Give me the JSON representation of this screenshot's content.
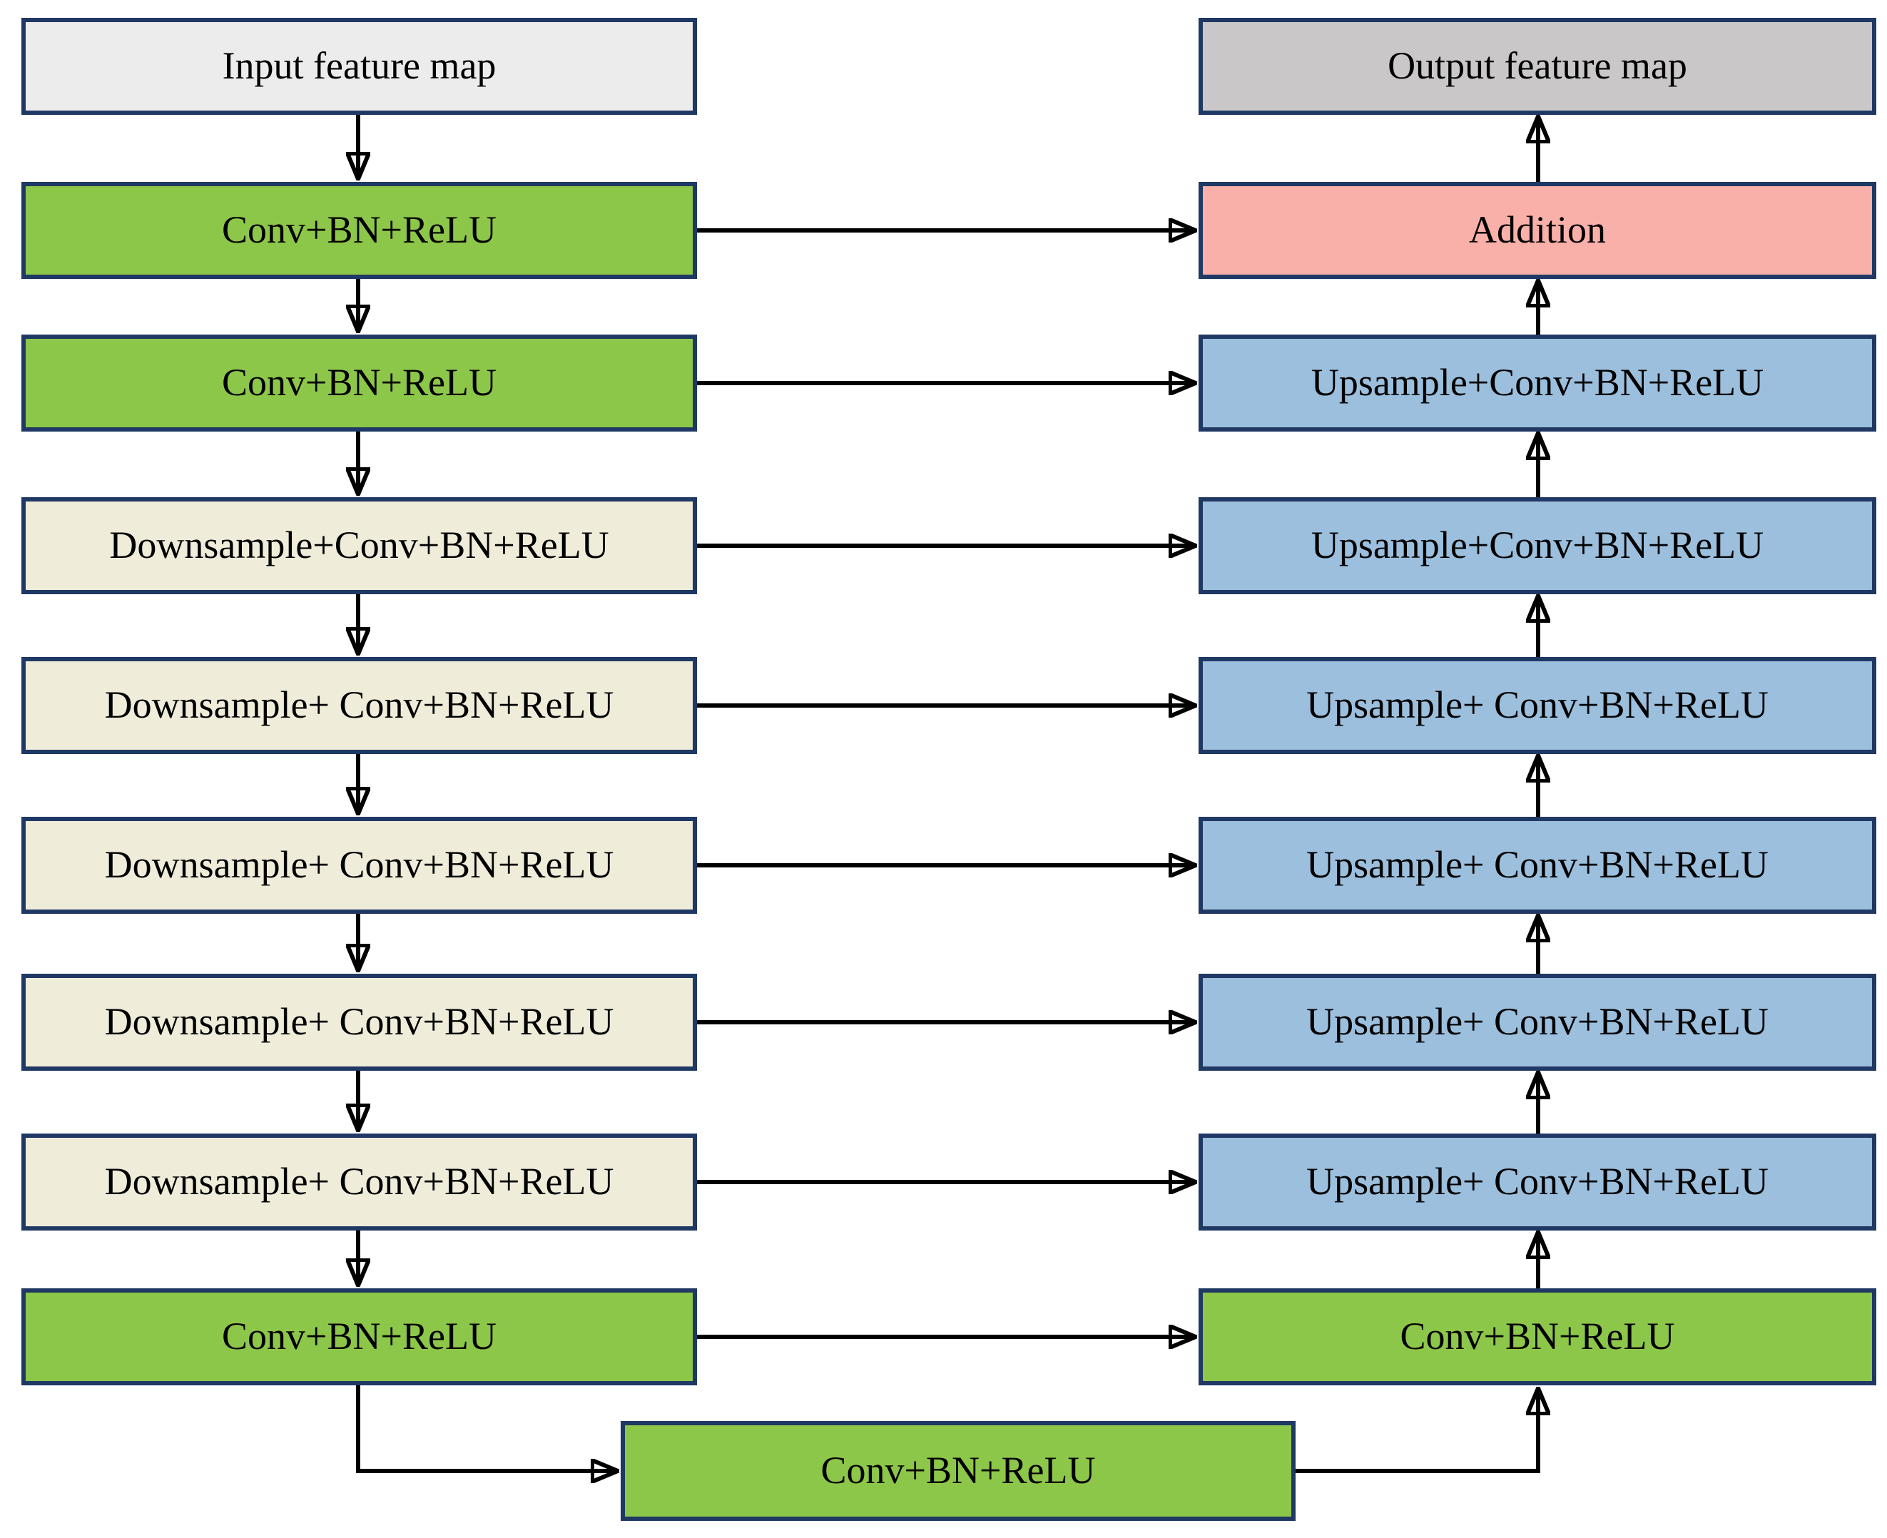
{
  "diagram": {
    "description": "Encoder-decoder convolutional network block diagram",
    "left_column": [
      {
        "label": "Input feature map",
        "type": "input"
      },
      {
        "label": "Conv+BN+ReLU",
        "type": "conv"
      },
      {
        "label": "Conv+BN+ReLU",
        "type": "conv"
      },
      {
        "label": "Downsample+Conv+BN+ReLU",
        "type": "downsample"
      },
      {
        "label": "Downsample+ Conv+BN+ReLU",
        "type": "downsample"
      },
      {
        "label": "Downsample+ Conv+BN+ReLU",
        "type": "downsample"
      },
      {
        "label": "Downsample+ Conv+BN+ReLU",
        "type": "downsample"
      },
      {
        "label": "Downsample+ Conv+BN+ReLU",
        "type": "downsample"
      },
      {
        "label": "Conv+BN+ReLU",
        "type": "conv"
      }
    ],
    "right_column": [
      {
        "label": "Output feature map",
        "type": "output"
      },
      {
        "label": "Addition",
        "type": "addition"
      },
      {
        "label": "Upsample+Conv+BN+ReLU",
        "type": "upsample"
      },
      {
        "label": "Upsample+Conv+BN+ReLU",
        "type": "upsample"
      },
      {
        "label": "Upsample+ Conv+BN+ReLU",
        "type": "upsample"
      },
      {
        "label": "Upsample+ Conv+BN+ReLU",
        "type": "upsample"
      },
      {
        "label": "Upsample+ Conv+BN+ReLU",
        "type": "upsample"
      },
      {
        "label": "Upsample+ Conv+BN+ReLU",
        "type": "upsample"
      },
      {
        "label": "Conv+BN+ReLU",
        "type": "conv"
      }
    ],
    "bottleneck": {
      "label": "Conv+BN+ReLU",
      "type": "conv"
    },
    "colors": {
      "input_fill": "#ececec",
      "output_fill": "#c9c7c7",
      "conv_fill": "#8dc74a",
      "downsample_fill": "#efedda",
      "upsample_fill": "#9bbfdd",
      "addition_fill": "#f9b0a8",
      "box_border": "#1f3864",
      "arrow": "#000000"
    }
  }
}
